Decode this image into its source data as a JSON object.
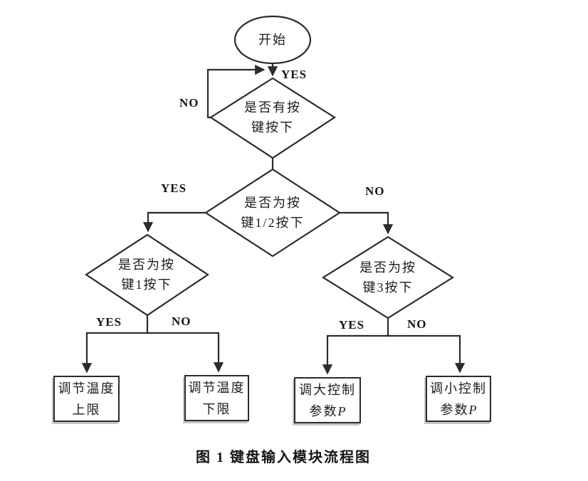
{
  "caption": "图 1  键盘输入模块流程图",
  "colors": {
    "stroke": "#2b2b2b",
    "text": "#1c1c1c",
    "background": "#ffffff"
  },
  "nodes": {
    "start": {
      "label": "开始"
    },
    "decision_key_pressed": {
      "line1": "是否有按",
      "line2": "键按下"
    },
    "decision_key_1_2": {
      "line1": "是否为按",
      "line2": "键1/2按下"
    },
    "decision_key_1": {
      "line1": "是否为按",
      "line2": "键1按下"
    },
    "decision_key_3": {
      "line1": "是否为按",
      "line2": "键3按下"
    },
    "adjust_temp_upper": {
      "line1": "调节温度",
      "line2": "上限"
    },
    "adjust_temp_lower": {
      "line1": "调节温度",
      "line2": "下限"
    },
    "increase_param": {
      "line1": "调大控制",
      "line2_prefix": "参数",
      "line2_var": "P"
    },
    "decrease_param": {
      "line1": "调小控制",
      "line2_prefix": "参数",
      "line2_var": "P"
    }
  },
  "edge_labels": {
    "enter_yes": "YES",
    "loop_no": "NO",
    "key12_yes": "YES",
    "key12_no": "NO",
    "key1_yes": "YES",
    "key1_no": "NO",
    "key3_yes": "YES",
    "key3_no": "NO"
  }
}
